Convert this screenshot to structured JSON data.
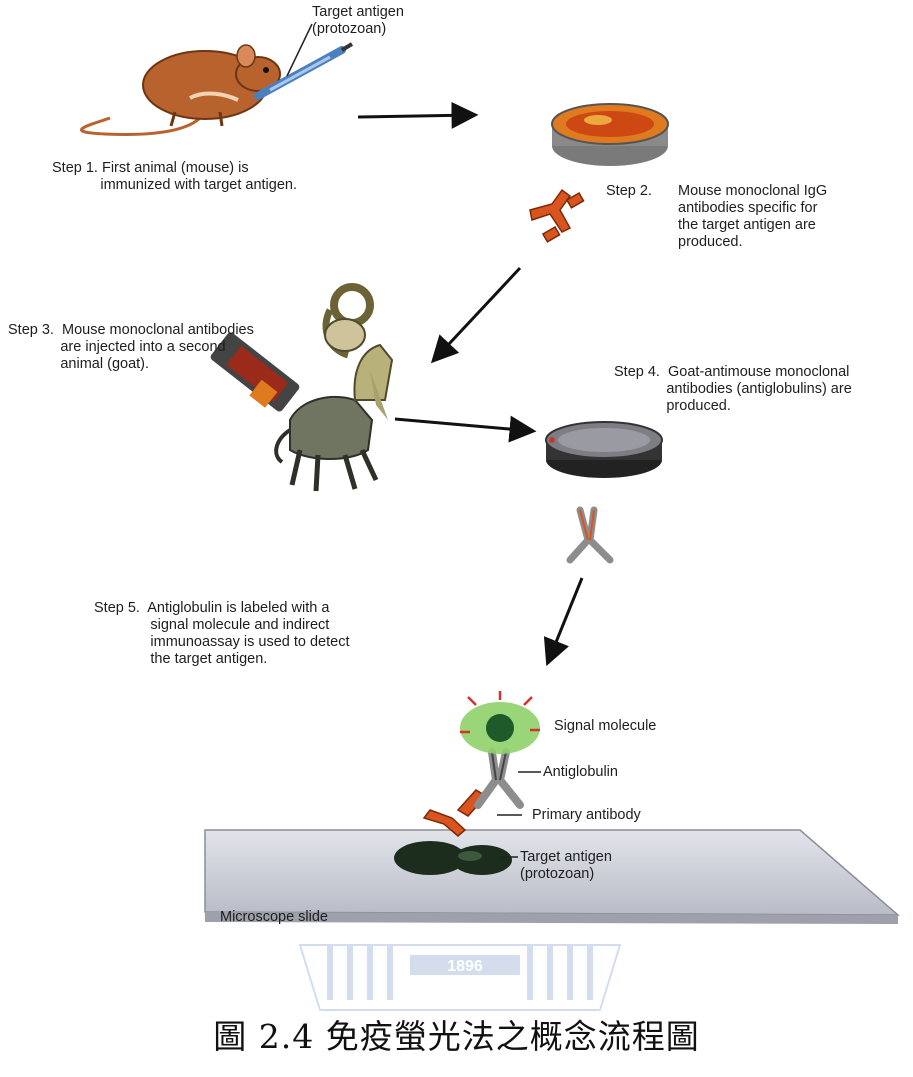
{
  "labels": {
    "target_antigen_top": "Target antigen\n(protozoan)",
    "step1": "Step 1. First animal (mouse) is\n            immunized with target antigen.",
    "step2_head": "Step 2.",
    "step2_body": "Mouse monoclonal IgG\nantibodies specific for\nthe target antigen are\nproduced.",
    "step3": "Step 3.  Mouse monoclonal antibodies\n             are injected into a second\n             animal (goat).",
    "step4": "Step 4.  Goat-antimouse monoclonal\n             antibodies (antiglobulins) are\n             produced.",
    "step5": "Step 5.  Antiglobulin is labeled with a\n              signal molecule and indirect\n              immunoassay is used to detect\n              the target antigen.",
    "signal_molecule": "Signal molecule",
    "antiglobulin": "Antiglobulin",
    "primary_antibody": "Primary antibody",
    "target_antigen_slide": "Target antigen\n(protozoan)",
    "microscope_slide": "Microscope slide"
  },
  "watermark": "1896",
  "caption": "圖 2.4 免疫螢光法之概念流程圖",
  "colors": {
    "mouse": "#b8622e",
    "syringe": "#4a7fc0",
    "dish_rim": "#7a7a7a",
    "culture_orange": "#e07a1f",
    "antibody_red": "#d9541e",
    "antiglobulin_gray": "#8d8d8d",
    "signal_green": "#8fd16a",
    "signal_core": "#1f5a2a",
    "slide": "#c9ccd6",
    "watermark": "#9fb6d8"
  }
}
